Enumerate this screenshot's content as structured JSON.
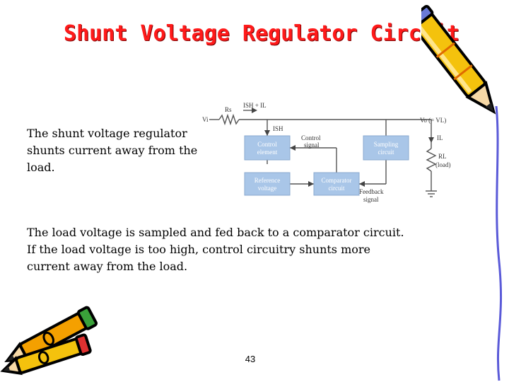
{
  "slide": {
    "title": "Shunt Voltage Regulator Circuit",
    "intro_text": "The shunt voltage regulator shunts current away from the load.",
    "detail_line1": "The load voltage is sampled and fed back to a comparator circuit.",
    "detail_line2": "If the load voltage is too high, control circuitry shunts more",
    "detail_line3": "current away from the load.",
    "page_number": "43",
    "title_color": "#ff1a1a"
  },
  "diagram": {
    "input_voltage": "Vi",
    "series_resistor": "Rs",
    "total_current": "ISH + IL",
    "shunt_current": "ISH",
    "output_voltage": "Vo (= VL)",
    "load_current": "IL",
    "load_resistor": "RL",
    "load_note": "(load)",
    "control_signal": [
      "Control",
      "signal"
    ],
    "feedback_signal": [
      "Feedback",
      "signal"
    ],
    "blocks": {
      "control_element": [
        "Control",
        "element"
      ],
      "sampling_circuit": [
        "Sampling",
        "circuit"
      ],
      "reference_voltage": [
        "Reference",
        "voltage"
      ],
      "comparator_circuit": [
        "Comparator",
        "circuit"
      ]
    },
    "block_color": "#a9c6e8"
  },
  "clipart": {
    "icon_top_right": "pencil-icon",
    "icon_bottom_left": "pencils-icon"
  }
}
